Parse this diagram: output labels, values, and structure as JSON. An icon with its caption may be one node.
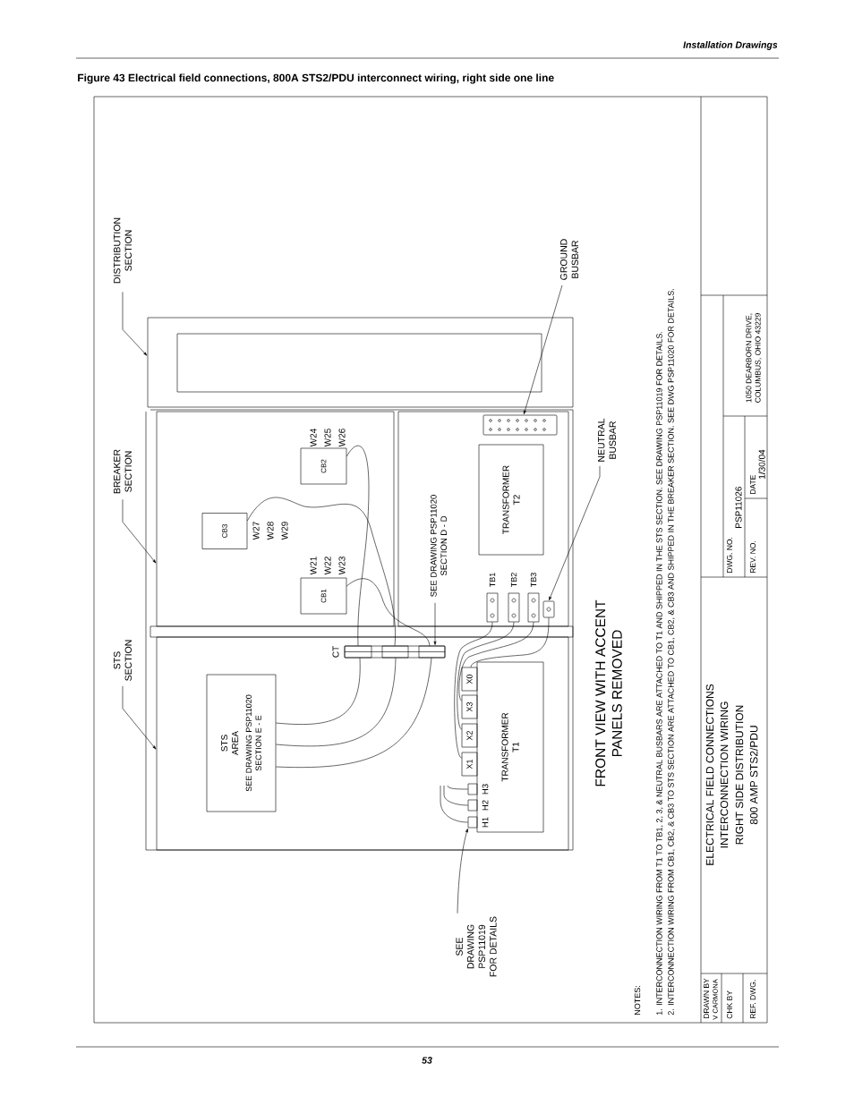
{
  "diagram": {
    "title": "Figure 43 Electrical field connections, 800A STS2/PDU interconnect wiring, right side one line",
    "nodes": [
      {
        "text": [
          "DISTRIBUTION SECTION"
        ]
      },
      {
        "text": [
          "BREAKER SECTION"
        ]
      },
      {
        "text": [
          "STS SECTION"
        ]
      },
      {
        "text": [],
        "shape": "box"
      },
      {
        "text": [],
        "shape": "box"
      },
      {
        "text": [
          "CB3"
        ],
        "in": 4,
        "beside": [
          "W27",
          "W28",
          "W29"
        ]
      },
      {
        "text": [
          "CB2"
        ],
        "in": 4,
        "beside": [
          "W24",
          "W25",
          "W26"
        ]
      },
      {
        "text": [
          "CB1"
        ],
        "in": 4,
        "beside": [
          "W21",
          "W22",
          "W23"
        ]
      },
      {
        "text": [],
        "shape": "box"
      },
      {
        "text": [
          "SEE DRAWING PSP11020 SECTION D - D"
        ],
        "in": 8
      },
      {
        "text": [],
        "shape": "bar",
        "in": 8
      },
      {
        "text": [
          "TRANSFORMER T2"
        ],
        "in": 8
      },
      {
        "text": [
          "TB1"
        ],
        "in": 8
      },
      {
        "text": [
          "TB2"
        ],
        "in": 8
      },
      {
        "text": [
          "TB3"
        ],
        "in": 8
      },
      {
        "text": [],
        "shape": "bar",
        "in": 8
      },
      {
        "text": [
          "GROUND BUSBAR"
        ]
      },
      {
        "text": [
          "NEUTRAL BUSBAR"
        ]
      },
      {
        "text": [],
        "shape": "box"
      },
      {
        "text": [
          "STS AREA",
          "SEE DRAWING PSP11020 SECTION E - E"
        ],
        "in": 18
      },
      {
        "text": [],
        "shape": "bar",
        "in": 18,
        "beside": [
          "CT"
        ]
      },
      {
        "text": [
          "TRANSFORMER T1"
        ],
        "in": 18
      },
      {
        "text": [
          "X0"
        ],
        "in": 18
      },
      {
        "text": [
          "X3"
        ],
        "in": 18
      },
      {
        "text": [
          "X2"
        ],
        "in": 18
      },
      {
        "text": [
          "X1"
        ],
        "in": 18
      },
      {
        "text": [
          "H3"
        ],
        "in": 18
      },
      {
        "text": [
          "H2"
        ],
        "in": 18
      },
      {
        "text": [
          "H1"
        ],
        "in": 18
      },
      {
        "text": [
          "SEE DRAWING PSP11019 FOR DETAILS"
        ]
      }
    ],
    "edges": [
      {
        "from": 0,
        "to": 3,
        "arrow": "to"
      },
      {
        "from": 1,
        "to": 4,
        "arrow": "to"
      },
      {
        "from": 2,
        "to": 18,
        "arrow": "to"
      },
      {
        "from": 5,
        "to": 20,
        "arrow": "none"
      },
      {
        "from": 6,
        "to": 20,
        "arrow": "none"
      },
      {
        "from": 7,
        "to": 20,
        "arrow": "none"
      },
      {
        "from": 20,
        "to": 19,
        "arrow": "none"
      },
      {
        "from": 20,
        "to": 19,
        "arrow": "none"
      },
      {
        "from": 20,
        "to": 19,
        "arrow": "none"
      },
      {
        "from": 9,
        "to": 20,
        "arrow": "to"
      },
      {
        "from": 16,
        "to": 10,
        "arrow": "to"
      },
      {
        "from": 17,
        "to": 15,
        "arrow": "to"
      },
      {
        "from": 25,
        "to": 12,
        "arrow": "none"
      },
      {
        "from": 24,
        "to": 13,
        "arrow": "none"
      },
      {
        "from": 23,
        "to": 14,
        "arrow": "none"
      },
      {
        "from": 22,
        "to": 15,
        "arrow": "none"
      },
      {
        "from": 28,
        "to": null,
        "arrow": "none"
      },
      {
        "from": 27,
        "to": null,
        "arrow": "none"
      },
      {
        "from": 26,
        "to": null,
        "arrow": "none"
      },
      {
        "from": 29,
        "to": 28,
        "arrow": "to"
      }
    ],
    "labels": [
      "Installation Drawings",
      "FRONT VIEW WITH ACCENT PANELS REMOVED",
      "NOTES:",
      "1. INTERCONNECTION WIRING FROM T1 TO TB1, 2, 3, & NEUTRAL BUSBARS ARE ATTACHED TO T1 AND SHIPPED IN THE STS SECTION. SEE DRAWING PSP11019 FOR DETAILS.",
      "2. INTERCONNECTION WIRING FROM CB1, CB2, & CB3 TO STS SECTION ARE ATTACHED TO CB1, CB2, & CB3 AND SHIPPED IN THE BREAKER SECTION. SEE DWG PSP11020 FOR DETAILS.",
      "ELECTRICAL FIELD CONNECTIONS",
      "INTERCONNECTION WIRING",
      "RIGHT SIDE DISTRIBUTION",
      "800 AMP STS2/PDU",
      "DRAWN BY",
      "V CARMONA",
      "CHK BY",
      "REF. DWG.",
      "DWG. NO.",
      "PSP11026",
      "REV. NO.",
      "DATE",
      "1/30/04",
      "1050 DEARBORN DRIVE, COLUMBUS, OHIO 43229",
      "53"
    ]
  }
}
